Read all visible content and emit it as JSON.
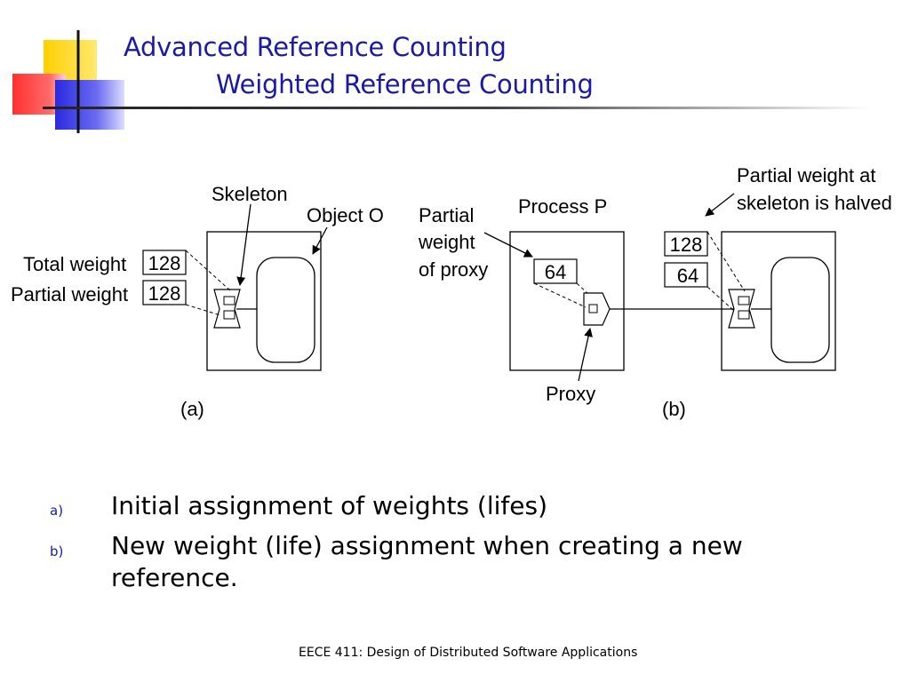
{
  "slide": {
    "title_line1": "Advanced Reference Counting",
    "title_line2": "Weighted Reference Counting",
    "footer": "EECE 411: Design of Distributed Software Applications"
  },
  "diagram": {
    "labels": {
      "skeleton": "Skeleton",
      "object_o": "Object O",
      "total_weight": "Total weight",
      "partial_weight": "Partial weight",
      "partial_weight_of_proxy_l1": "Partial",
      "partial_weight_of_proxy_l2": "weight",
      "partial_weight_of_proxy_l3": "of proxy",
      "process_p": "Process P",
      "halved_l1": "Partial weight at",
      "halved_l2": "skeleton is halved",
      "proxy": "Proxy",
      "caption_a": "(a)",
      "caption_b": "(b)"
    },
    "values": {
      "a_total": "128",
      "a_partial": "128",
      "b_proxy_partial": "64",
      "b_total": "128",
      "b_partial": "64"
    }
  },
  "bullets": [
    {
      "marker": "a)",
      "text": "Initial assignment of weights (lifes)"
    },
    {
      "marker": "b)",
      "text": "New weight (life) assignment when creating a new reference."
    }
  ]
}
